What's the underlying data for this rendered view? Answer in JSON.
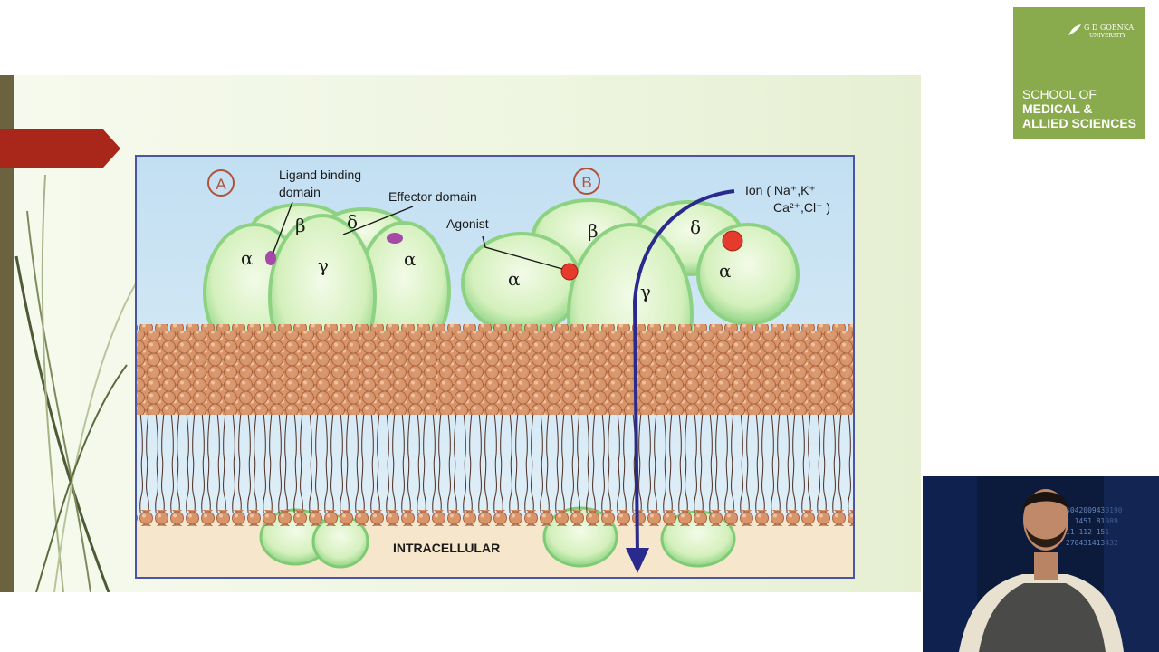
{
  "diagram": {
    "panel_a_label": "A",
    "panel_b_label": "B",
    "ligand_binding_domain": [
      "Ligand binding",
      "domain"
    ],
    "effector_domain": "Effector domain",
    "agonist": "Agonist",
    "ion_line1": "Ion ( Na⁺,K⁺",
    "ion_line2": "Ca²⁺,Cl⁻ )",
    "intracellular": "INTRACELLULAR",
    "greek_a": {
      "alpha_left": "α",
      "beta": "β",
      "delta": "δ",
      "gamma": "γ",
      "alpha_right": "α"
    },
    "greek_b": {
      "alpha_left": "α",
      "beta": "β",
      "delta": "δ",
      "gamma": "γ",
      "alpha_right": "α"
    }
  },
  "logo": {
    "university": [
      "G D GOENKA",
      "UNIVERSITY"
    ],
    "school_line1": "SCHOOL OF",
    "school_line2": "MEDICAL &",
    "school_line3": "ALLIED SCIENCES"
  },
  "video": {
    "digits": [
      "3042009430190",
      "1 1451.81989",
      "11 112   151",
      "270431413432"
    ]
  },
  "colors": {
    "accent_red": "#a8261a",
    "logo_green": "#8aaa4e",
    "slide_bar": "#6b6240",
    "membrane_head": "#d9956a",
    "protein_green": "#c9eeb0",
    "ion_arrow": "#2a2a8e"
  }
}
